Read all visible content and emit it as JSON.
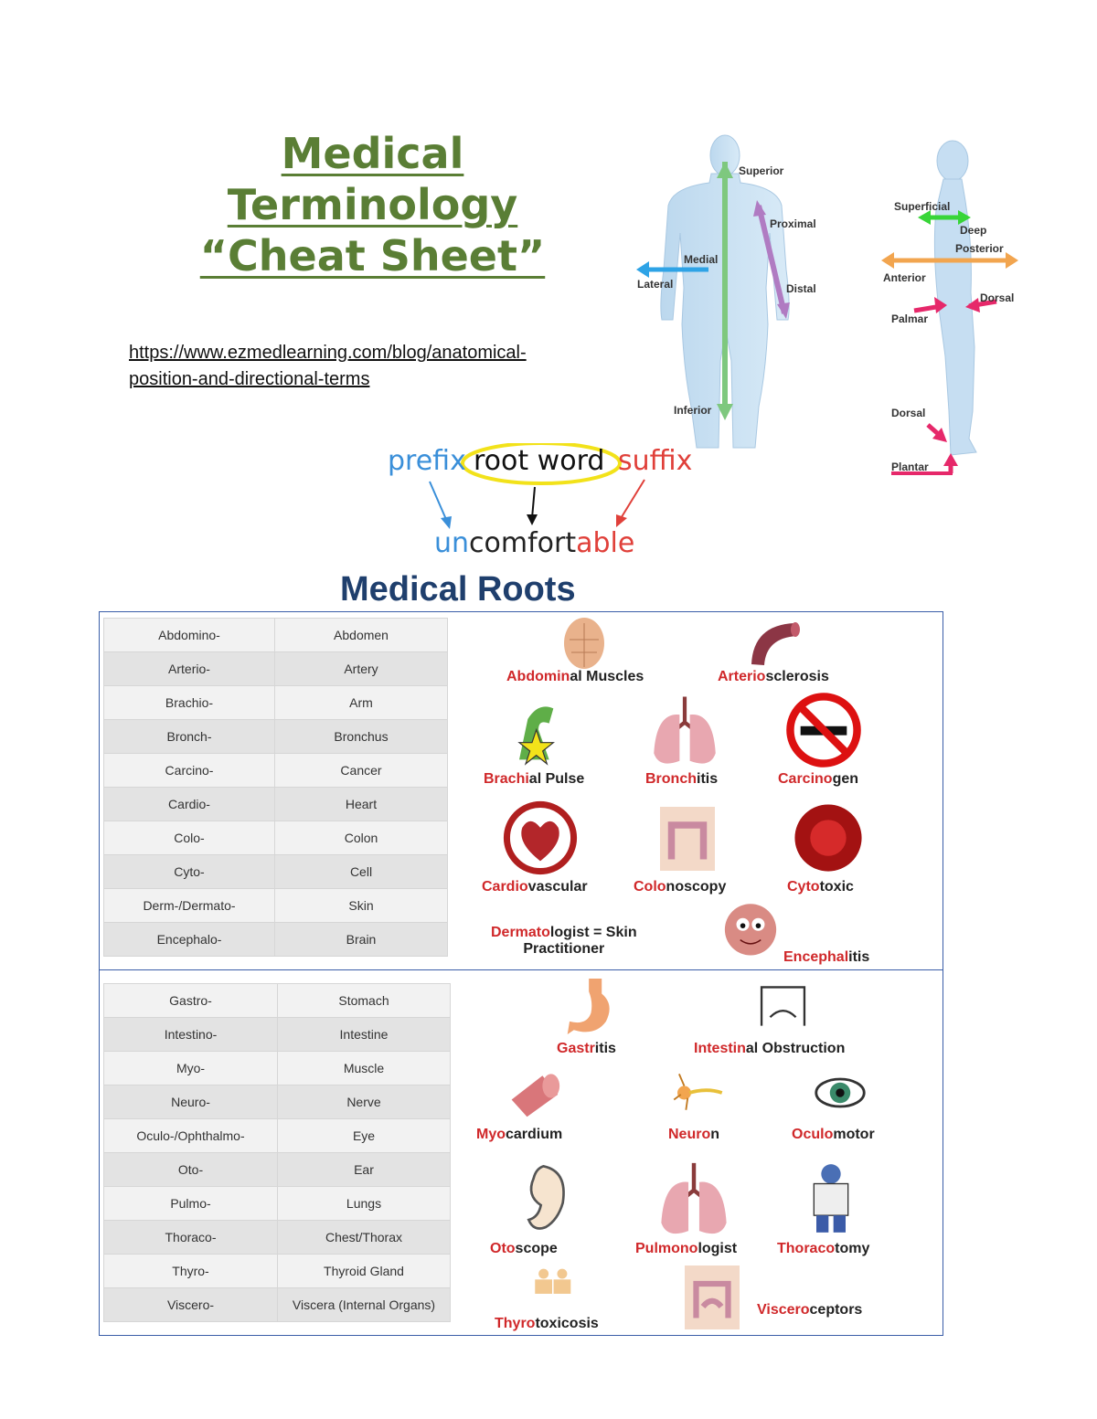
{
  "title": {
    "line1": "Medical",
    "line2": "Terminology",
    "line3": "“Cheat Sheet”"
  },
  "link": {
    "line1": "https://www.ezmedlearning.com/blog/anatomical-",
    "line2": "position-and-directional-terms"
  },
  "directions_front": [
    "Superior",
    "Proximal",
    "Medial",
    "Lateral",
    "Distal",
    "Inferior"
  ],
  "directions_side": [
    "Superficial",
    "Deep",
    "Posterior",
    "Anterior",
    "Dorsal",
    "Palmar",
    "Dorsal",
    "Plantar"
  ],
  "word_parts": {
    "prefix": "prefix",
    "root": "root word",
    "suffix": "suffix",
    "ex_prefix": "un",
    "ex_root": "comfort",
    "ex_suffix": "able"
  },
  "roots_title": "Medical Roots",
  "table1": [
    [
      "Abdomino-",
      "Abdomen"
    ],
    [
      "Arterio-",
      "Artery"
    ],
    [
      "Brachio-",
      "Arm"
    ],
    [
      "Bronch-",
      "Bronchus"
    ],
    [
      "Carcino-",
      "Cancer"
    ],
    [
      "Cardio-",
      "Heart"
    ],
    [
      "Colo-",
      "Colon"
    ],
    [
      "Cyto-",
      "Cell"
    ],
    [
      "Derm-/Dermato-",
      "Skin"
    ],
    [
      "Encephalo-",
      "Brain"
    ]
  ],
  "table2": [
    [
      "Gastro-",
      "Stomach"
    ],
    [
      "Intestino-",
      "Intestine"
    ],
    [
      "Myo-",
      "Muscle"
    ],
    [
      "Neuro-",
      "Nerve"
    ],
    [
      "Oculo-/Ophthalmo-",
      "Eye"
    ],
    [
      "Oto-",
      "Ear"
    ],
    [
      "Pulmo-",
      "Lungs"
    ],
    [
      "Thoraco-",
      "Chest/Thorax"
    ],
    [
      "Thyro-",
      "Thyroid Gland"
    ],
    [
      "Viscero-",
      "Viscera (Internal Organs)"
    ]
  ],
  "examples1": [
    {
      "root": "Abdomin",
      "rest": "al Muscles",
      "icon": "abdomen-icon"
    },
    {
      "root": "Arterio",
      "rest": "sclerosis",
      "icon": "artery-icon"
    },
    {
      "root": "Brachi",
      "rest": "al Pulse",
      "icon": "arm-icon"
    },
    {
      "root": "Bronch",
      "rest": "itis",
      "icon": "lungs-icon"
    },
    {
      "root": "Carcino",
      "rest": "gen",
      "icon": "no-smoking-icon"
    },
    {
      "root": "Cardio",
      "rest": "vascular",
      "icon": "heart-icon"
    },
    {
      "root": "Colo",
      "rest": "noscopy",
      "icon": "colon-icon"
    },
    {
      "root": "Cyto",
      "rest": "toxic",
      "icon": "cell-icon"
    },
    {
      "root": "Dermato",
      "rest": "logist = Skin",
      "rest2": "Practitioner",
      "icon": "skin-icon"
    },
    {
      "root": "Encephal",
      "rest": "itis",
      "icon": "brain-icon"
    }
  ],
  "examples2": [
    {
      "root": "Gastr",
      "rest": "itis",
      "icon": "stomach-icon"
    },
    {
      "root": "Intestin",
      "rest": "al Obstruction",
      "icon": "intestine-icon"
    },
    {
      "root": "Myo",
      "rest": "cardium",
      "icon": "muscle-icon"
    },
    {
      "root": "Neuro",
      "rest": "n",
      "icon": "neuron-icon"
    },
    {
      "root": "Oculo",
      "rest": "motor",
      "icon": "eye-icon"
    },
    {
      "root": "Oto",
      "rest": "scope",
      "icon": "ear-icon"
    },
    {
      "root": "Pulmono",
      "rest": "logist",
      "icon": "lungs-icon"
    },
    {
      "root": "Thoraco",
      "rest": "tomy",
      "icon": "thorax-icon"
    },
    {
      "root": "Thyro",
      "rest": "toxicosis",
      "icon": "thyroid-icon"
    },
    {
      "root": "Viscero",
      "rest": "ceptors",
      "icon": "viscera-icon"
    }
  ],
  "colors": {
    "title": "#5a7e35",
    "roots_title": "#1f3f6d",
    "root_red": "#d0282a",
    "prefix_blue": "#3a8fd9",
    "suffix_red": "#e0403a",
    "circle_yellow": "#f2e21a"
  }
}
